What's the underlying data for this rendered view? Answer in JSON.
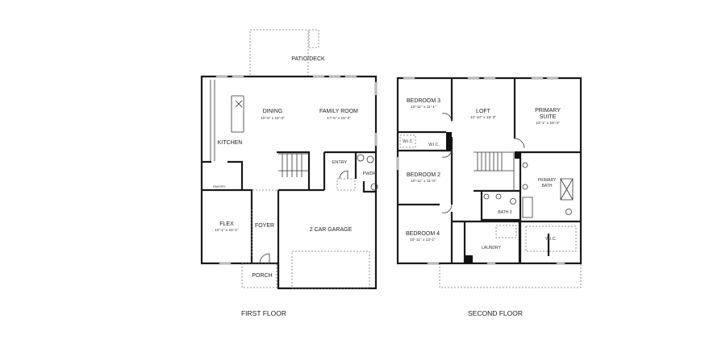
{
  "first_floor": {
    "caption": "FIRST FLOOR",
    "rooms": [
      {
        "name": "PATIO/DECK"
      },
      {
        "name": "DINING",
        "size": "10'-5\" x 15'-3\""
      },
      {
        "name": "FAMILY ROOM",
        "size": "17'-5\" x 15'-3\""
      },
      {
        "name": "KITCHEN"
      },
      {
        "name": "PANTRY"
      },
      {
        "name": "ENTRY"
      },
      {
        "name": "PWDR"
      },
      {
        "name": "FLEX",
        "size": "10'-1\" x 15'-1\""
      },
      {
        "name": "FOYER"
      },
      {
        "name": "2 CAR GARAGE"
      },
      {
        "name": "PORCH"
      }
    ]
  },
  "second_floor": {
    "caption": "SECOND FLOOR",
    "rooms": [
      {
        "name": "BEDROOM 3",
        "size": "10'-11\" x 11'-1\""
      },
      {
        "name": "LOFT",
        "size": "12'-10\" x 15'-3\""
      },
      {
        "name": "PRIMARY",
        "name2": "SUITE",
        "size": "13'-1\" x 16'-3\""
      },
      {
        "name": "W.I.C."
      },
      {
        "name": "W.I.C."
      },
      {
        "name": "BEDROOM 2",
        "size": "10'-11\" x 11'-0\""
      },
      {
        "name": "PRIMARY",
        "name2": "BATH"
      },
      {
        "name": "BATH 3"
      },
      {
        "name": "BEDROOM 4",
        "size": "10'-11\" x 12'-1\""
      },
      {
        "name": "LAUNDRY"
      },
      {
        "name": "W.I.C."
      }
    ]
  }
}
